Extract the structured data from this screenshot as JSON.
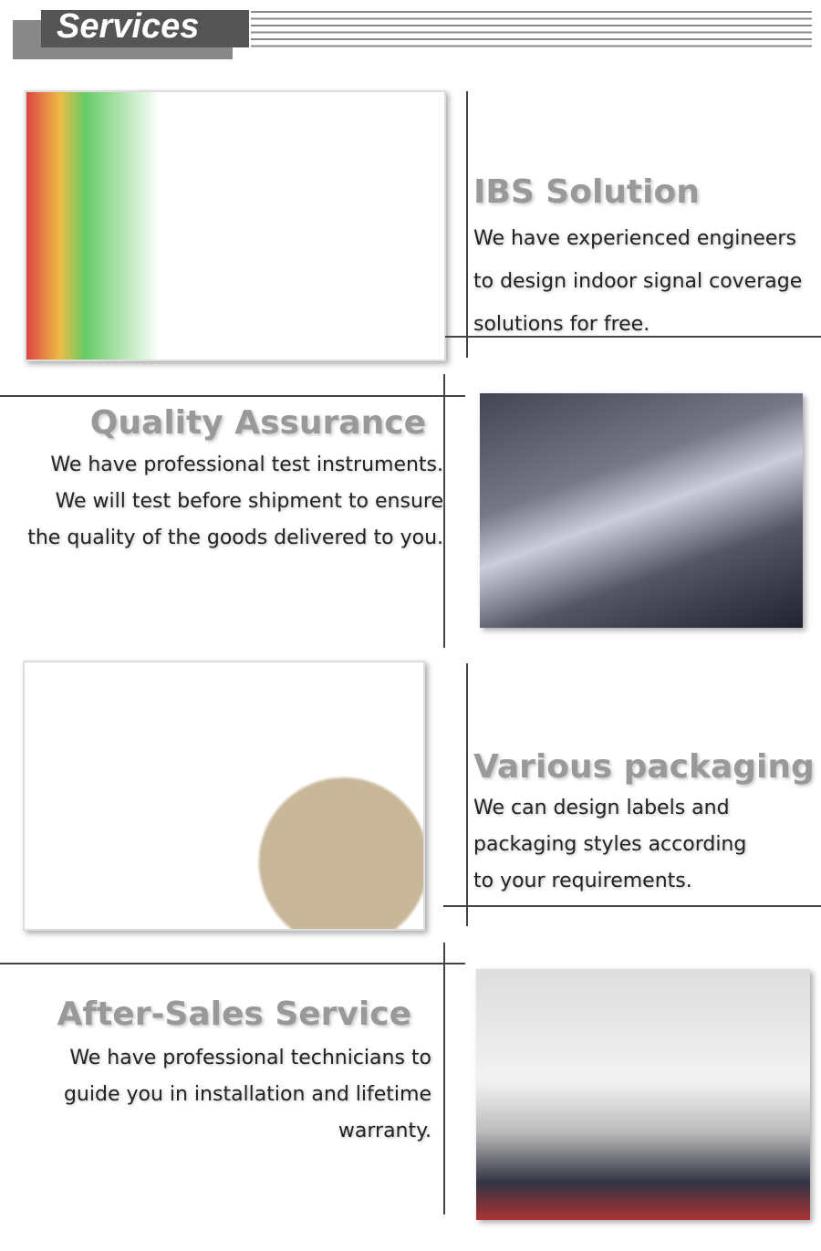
{
  "header": {
    "title": "Services"
  },
  "sections": [
    {
      "title": "IBS Solution",
      "lines": [
        "We have experienced engineers",
        "to design indoor signal coverage",
        "solutions for free."
      ]
    },
    {
      "title": "Quality Assurance",
      "lines": [
        "We have professional test instruments.",
        "We will test before shipment to ensure",
        "the quality of the goods delivered to you."
      ]
    },
    {
      "title": "Various packaging",
      "lines": [
        "We can design labels and",
        "packaging styles according",
        "to your requirements."
      ]
    },
    {
      "title": "After-Sales Service",
      "lines": [
        "We have professional technicians to",
        "guide you in installation and lifetime",
        "warranty."
      ]
    }
  ]
}
